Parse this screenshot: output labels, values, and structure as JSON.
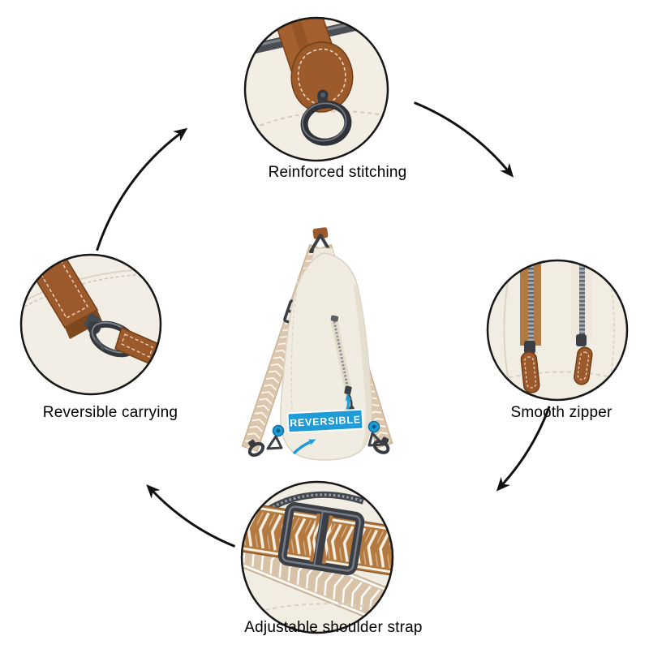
{
  "diagram": {
    "title_hint": "sling bag feature diagram",
    "callouts": [
      {
        "id": "top",
        "label": "Reinforced stitching"
      },
      {
        "id": "right",
        "label": "Smooth zipper"
      },
      {
        "id": "bottom",
        "label": "Adjustable shoulder strap"
      },
      {
        "id": "left",
        "label": "Reversible carrying"
      }
    ],
    "badge": {
      "label": "REVERSIBLE",
      "color": "#1f9cd6",
      "text_color": "#ffffff"
    },
    "colors": {
      "arrow_black": "#111111",
      "leather_brown": "#9c5a2c",
      "cream": "#f2ede3",
      "metal_gunmetal": "#3b3f45",
      "strap_tan": "#dcc7ae",
      "strap_brown_woven": "#b3793f",
      "accent_blue": "#1f9cd6"
    }
  }
}
